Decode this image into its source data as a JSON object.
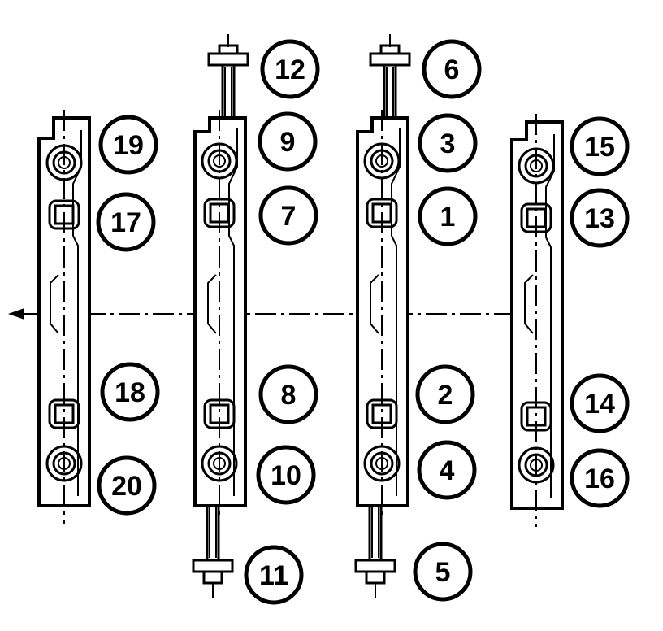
{
  "labels": {
    "n1": "1",
    "n2": "2",
    "n3": "3",
    "n4": "4",
    "n5": "5",
    "n6": "6",
    "n7": "7",
    "n8": "8",
    "n9": "9",
    "n10": "10",
    "n11": "11",
    "n12": "12",
    "n13": "13",
    "n14": "14",
    "n15": "15",
    "n16": "16",
    "n17": "17",
    "n18": "18",
    "n19": "19",
    "n20": "20"
  },
  "colors": {
    "line": "#000000",
    "background": "#ffffff"
  }
}
